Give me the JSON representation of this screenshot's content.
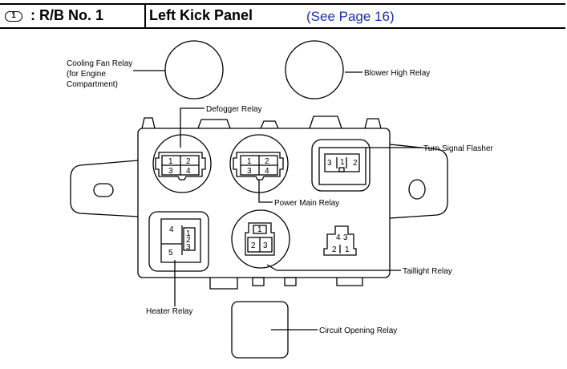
{
  "header": {
    "badge": "1",
    "block": ": R/B No. 1",
    "location": "Left Kick Panel",
    "page_ref": "(See Page 16)"
  },
  "labels": {
    "cooling_fan_1": "Cooling Fan Relay",
    "cooling_fan_2": "(for Engine",
    "cooling_fan_3": "Compartment)",
    "blower_high": "Blower High Relay",
    "defogger": "Defogger Relay",
    "turn_signal": "Turn Signal Flasher",
    "power_main": "Power Main Relay",
    "taillight": "Taillight Relay",
    "heater": "Heater Relay",
    "circuit_opening": "Circuit Opening Relay"
  },
  "pins": {
    "defogger": [
      "1",
      "2",
      "3",
      "4"
    ],
    "power_main": [
      "1",
      "2",
      "3",
      "4"
    ],
    "turn_signal": [
      "3",
      "1",
      "2"
    ],
    "heater": [
      "4",
      "1",
      "2",
      "3",
      "5"
    ],
    "taillight": [
      "1",
      "2",
      "3"
    ],
    "small_connector": [
      "4",
      "3",
      "2",
      "1"
    ]
  }
}
